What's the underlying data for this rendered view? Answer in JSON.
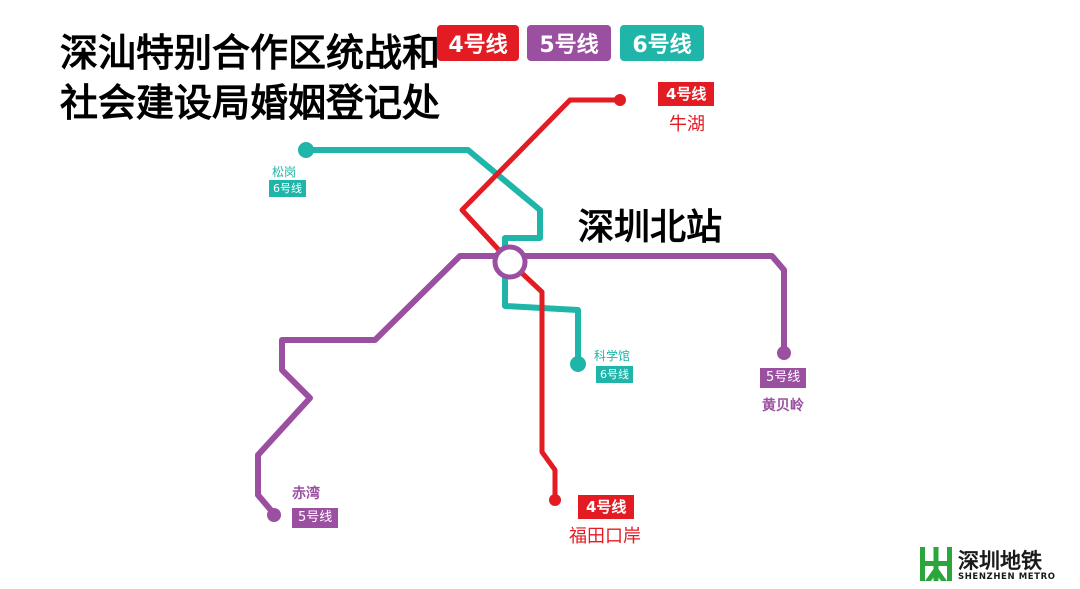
{
  "title": {
    "line1": "深汕特别合作区统战和",
    "line2": "社会建设局婚姻登记处"
  },
  "legend": [
    {
      "label": "4号线",
      "color": "#e31b23"
    },
    {
      "label": "5号线",
      "color": "#9b4fa0"
    },
    {
      "label": "6号线",
      "color": "#1fb5a8"
    }
  ],
  "hub_station": "深圳北站",
  "stations": {
    "niuhu": {
      "name": "牛湖",
      "line": "4号线"
    },
    "songgang": {
      "name": "松岗",
      "line": "6号线"
    },
    "kexueguan": {
      "name": "科学馆",
      "line": "6号线"
    },
    "huangbeiling": {
      "name": "黄贝岭",
      "line": "5号线"
    },
    "chiwan": {
      "name": "赤湾",
      "line": "5号线"
    },
    "futian_port": {
      "name": "福田口岸",
      "line": "4号线"
    }
  },
  "colors": {
    "line4": "#e31b23",
    "line5": "#9b4fa0",
    "line6": "#1fb5a8",
    "logo_green": "#2aa63c"
  },
  "logo": {
    "cn": "深圳地铁",
    "en": "SHENZHEN METRO"
  }
}
